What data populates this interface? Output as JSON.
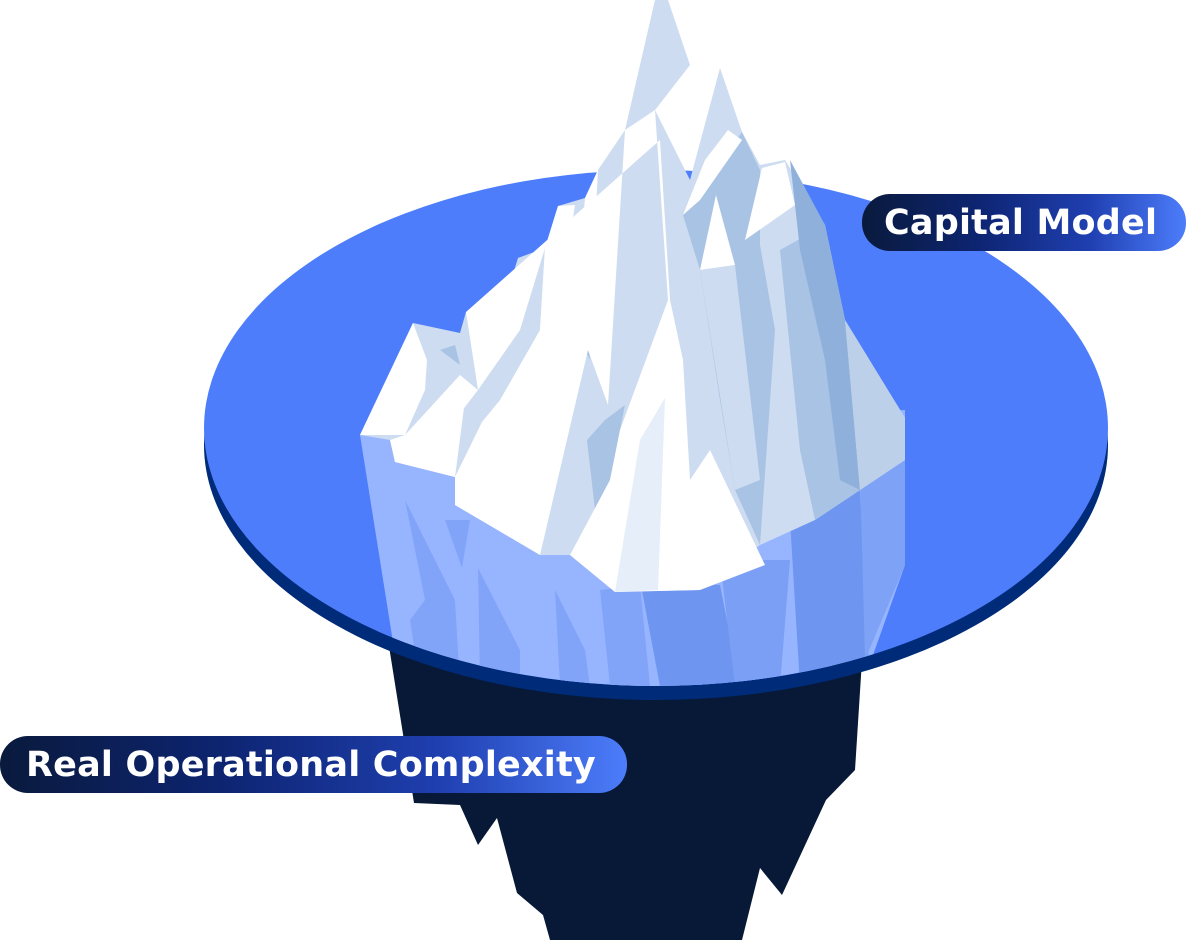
{
  "illustration": {
    "subject": "iceberg",
    "above_water_label": "Capital Model",
    "below_water_label": "Real Operational Complexity"
  },
  "colors": {
    "water_surface": "#4d7dfb",
    "water_rim": "#002b78",
    "deep_iceberg": "#071936",
    "ice_white": "#ffffff",
    "ice_light": "#cddcf0",
    "ice_mid": "#a9c3e4",
    "ice_shadow": "#8fb0da",
    "ice_highlight": "#e5eef9",
    "submerged_light": "#97b4ff",
    "submerged_mid": "#82a4f8",
    "submerged_dark": "#6e96f0",
    "label_gradient_start": "#0a1a3d",
    "label_gradient_end": "#4d7dfb",
    "label_text": "#ffffff"
  }
}
